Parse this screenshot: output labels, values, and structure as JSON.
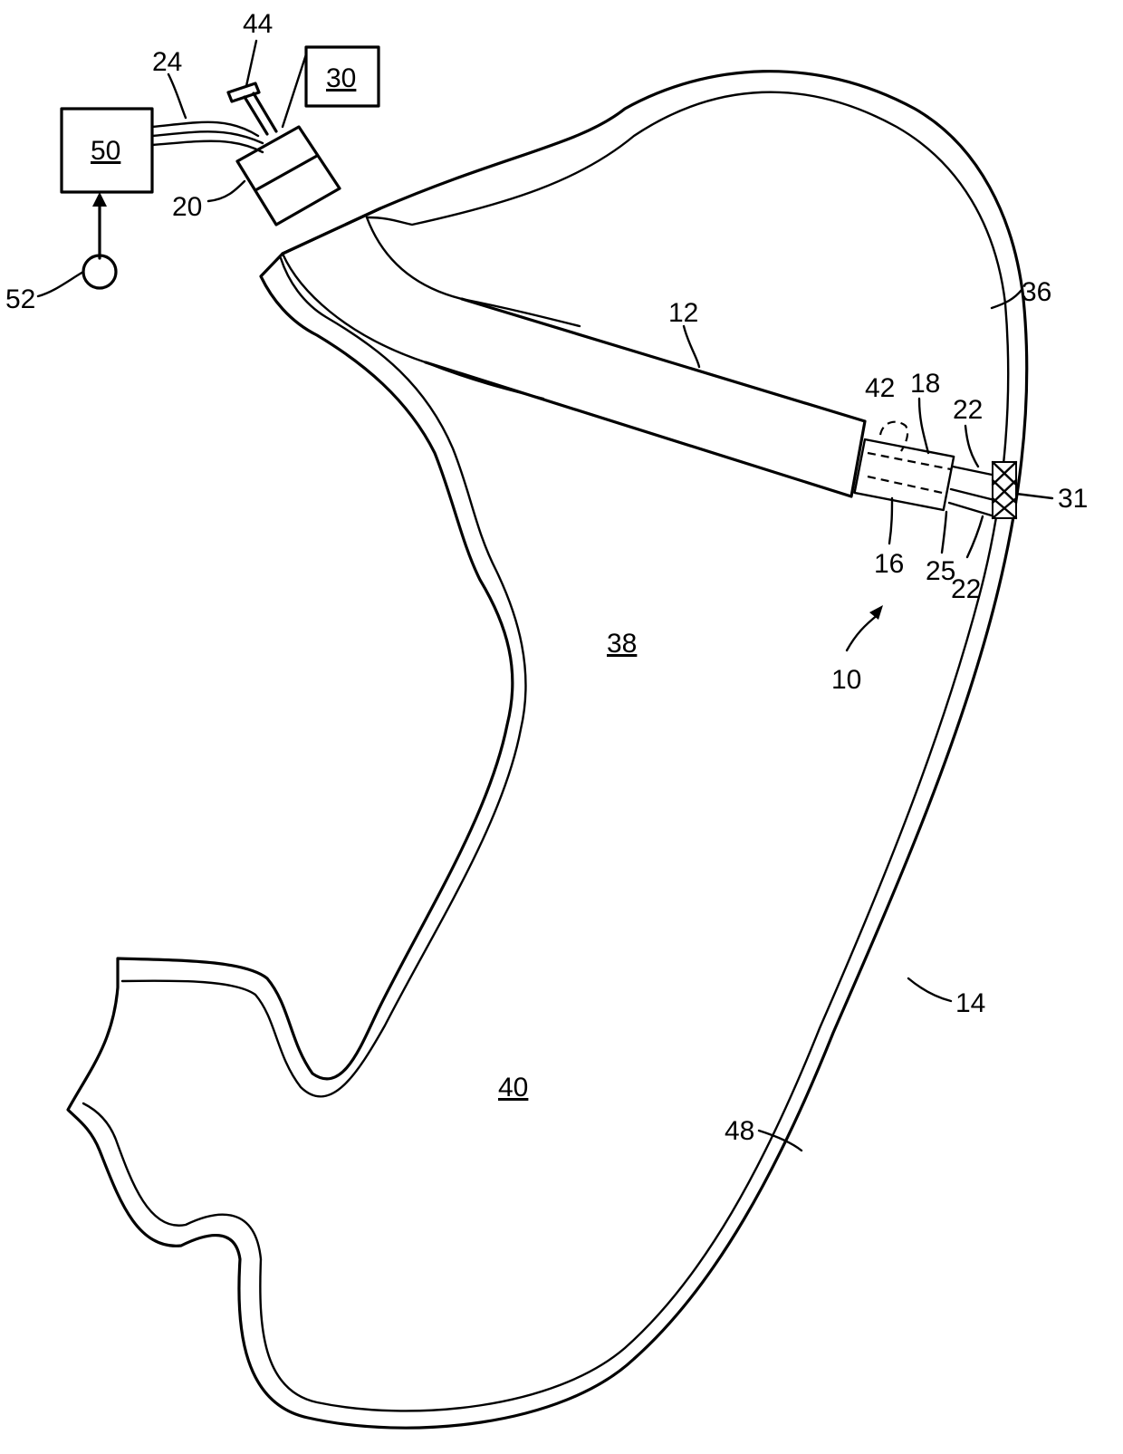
{
  "figure": {
    "labels": {
      "l10": "10",
      "l12": "12",
      "l14": "14",
      "l16": "16",
      "l18": "18",
      "l20": "20",
      "l22a": "22",
      "l22b": "22",
      "l24": "24",
      "l25": "25",
      "l30": "30",
      "l31": "31",
      "l36": "36",
      "l38": "38",
      "l40": "40",
      "l42": "42",
      "l44": "44",
      "l48": "48",
      "l50": "50",
      "l52": "52"
    }
  }
}
